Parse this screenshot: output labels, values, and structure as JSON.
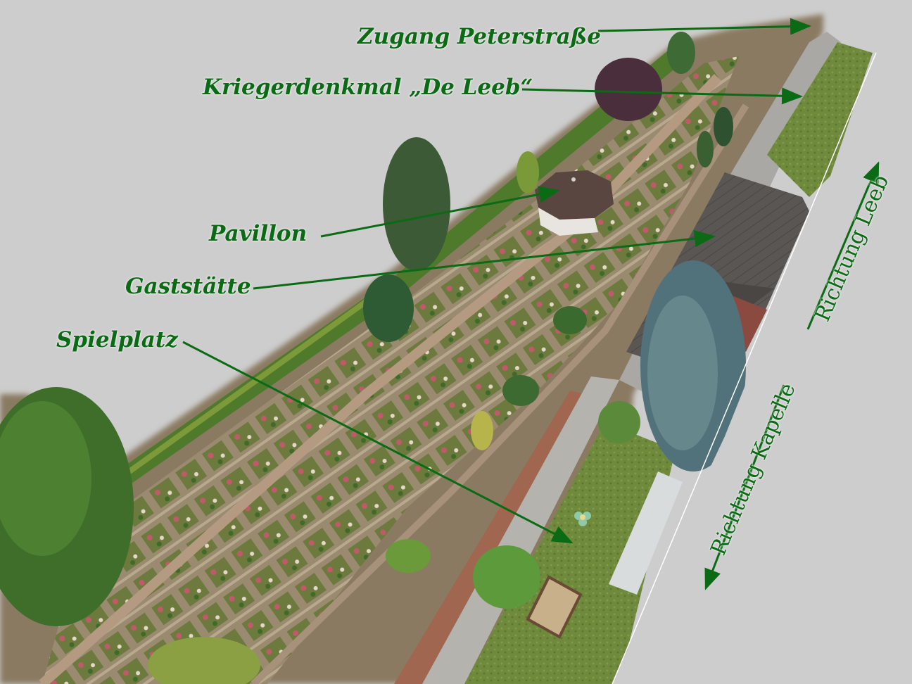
{
  "image": {
    "description": "Aerial photograph of a terraced rose garden with pavilion, restaurant building, playground, annotated with green labels and arrows",
    "background_color": "#cdcdcd",
    "label_color": "#0b6a14"
  },
  "labels": {
    "zugang": "Zugang Peterstraße",
    "denkmal": "Kriegerdenkmal „De Leeb“",
    "pavillon": "Pavillon",
    "gaststaette": "Gaststätte",
    "spielplatz": "Spielplatz",
    "richtung_leeb": "Richtung Leeb",
    "richtung_kapelle": "Richtung Kapelle"
  }
}
